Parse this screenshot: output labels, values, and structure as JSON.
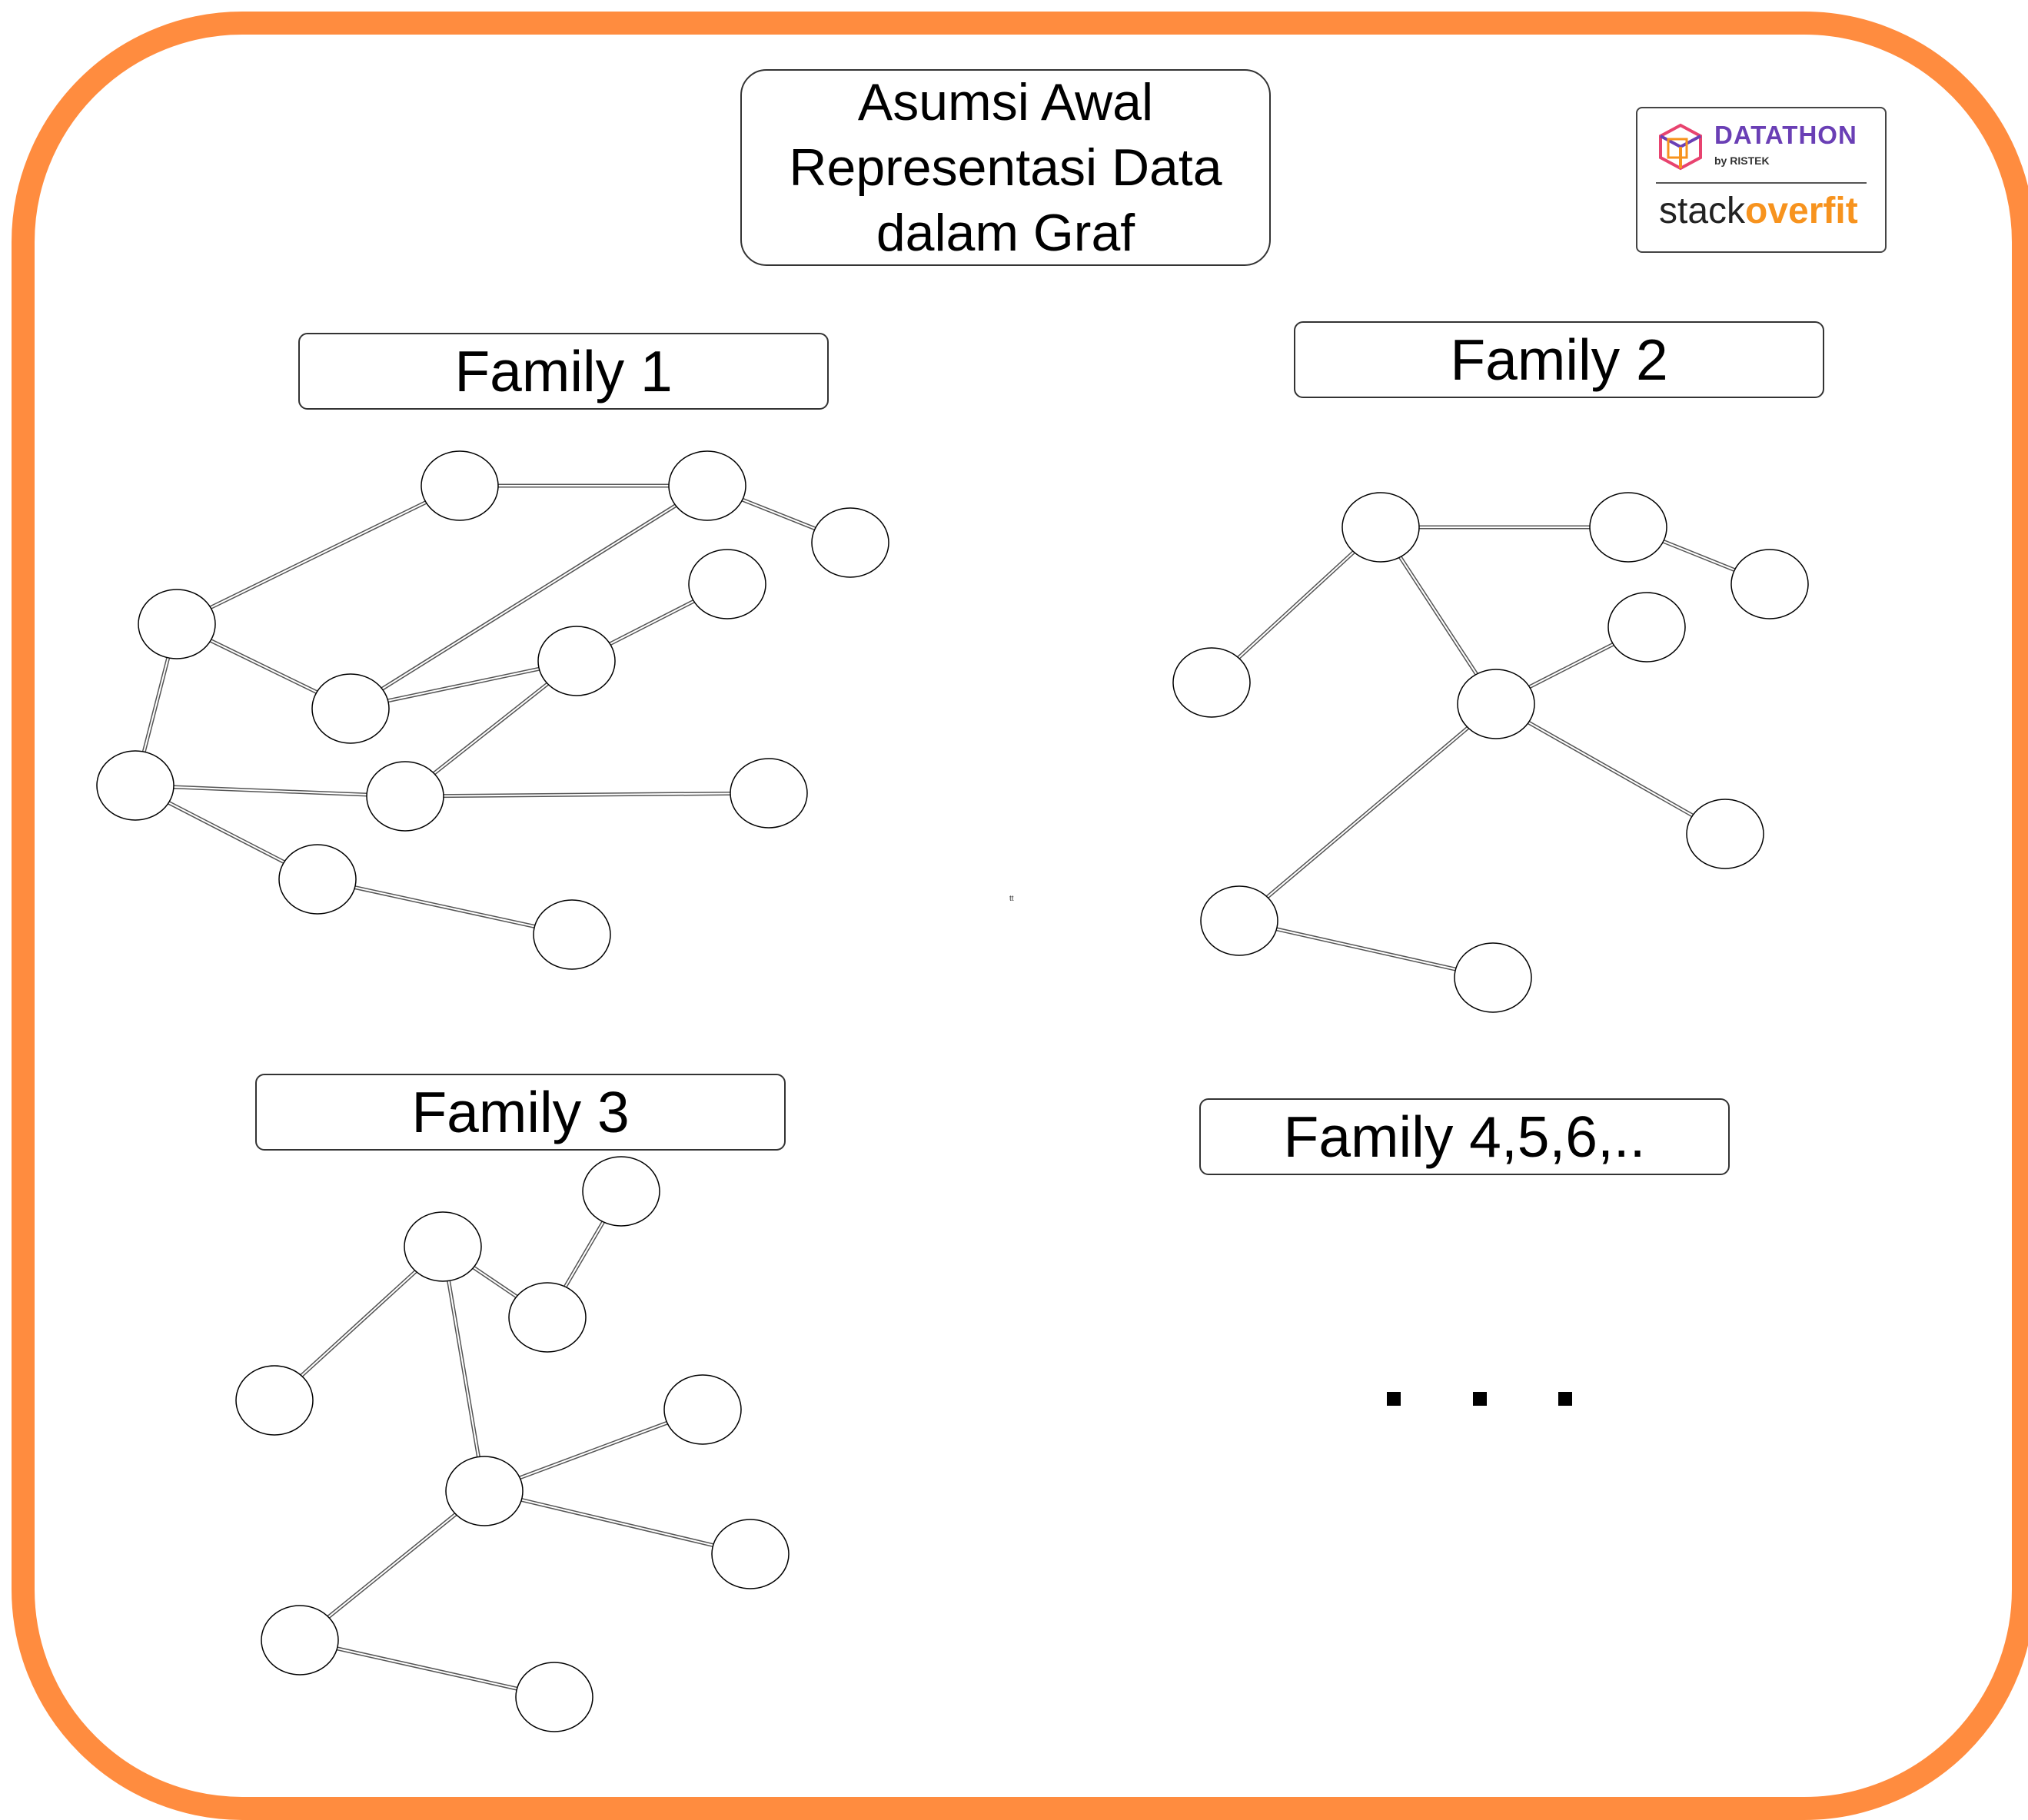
{
  "title": {
    "line1": "Asumsi Awal",
    "line2": "Representasi Data",
    "line3": "dalam Graf"
  },
  "families": [
    {
      "label": "Family 1"
    },
    {
      "label": "Family 2"
    },
    {
      "label": "Family 3"
    },
    {
      "label": "Family 4,5,6,.."
    }
  ],
  "logo": {
    "datathon": "DATATHON",
    "by": "by RISTEK",
    "stack": "stack",
    "overfit": "overfit"
  },
  "stray_mark": "tt",
  "colors": {
    "frame": "#FF8C3F",
    "datathon": "#6A3FB5",
    "overfit": "#F7931E"
  }
}
